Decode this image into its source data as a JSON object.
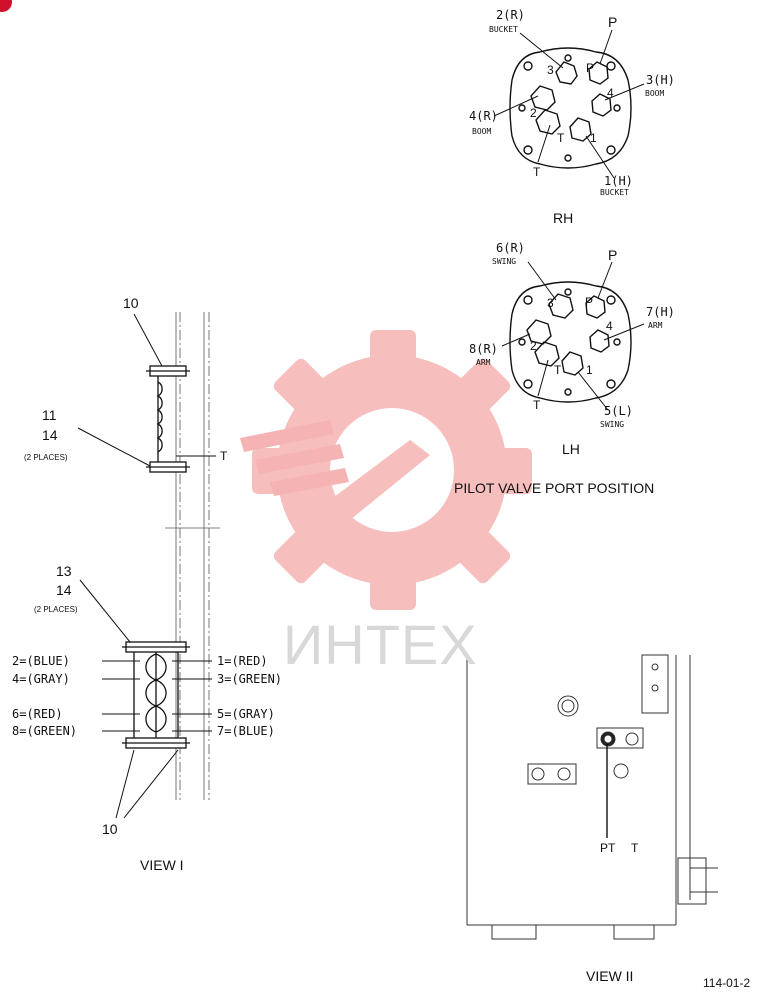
{
  "rh": {
    "title": "RH",
    "port_2r": "2(R)",
    "port_2r_sub": "BUCKET",
    "port_p": "P",
    "port_3h": "3(H)",
    "port_3h_sub": "BOOM",
    "port_4r": "4(R)",
    "port_4r_sub": "BOOM",
    "port_t": "T",
    "port_1h": "1(H)",
    "port_1h_sub": "BUCKET",
    "inner_3": "3",
    "inner_p": "P",
    "inner_4": "4",
    "inner_2": "2",
    "inner_t": "T",
    "inner_1": "1"
  },
  "lh": {
    "title": "LH",
    "port_6r": "6(R)",
    "port_6r_sub": "SWING",
    "port_p": "P",
    "port_7h": "7(H)",
    "port_7h_sub": "ARM",
    "port_8r": "8(R)",
    "port_8r_sub": "ARM",
    "port_t": "T",
    "port_5l": "5(L)",
    "port_5l_sub": "SWING",
    "inner_3": "3",
    "inner_p": "P",
    "inner_4": "4",
    "inner_2": "2",
    "inner_t": "T",
    "inner_1": "1"
  },
  "pilot_caption": "PILOT VALVE PORT POSITION",
  "view1": {
    "top_ref": "10",
    "clamp_refs_a": "11",
    "clamp_refs_b": "14",
    "clamp_places": "(2 PLACES)",
    "t_label": "T",
    "lower_ref_a": "13",
    "lower_ref_b": "14",
    "lower_places": "(2 PLACES)",
    "left_labels": [
      "2=(BLUE)",
      "4=(GRAY)",
      "6=(RED)",
      "8=(GREEN)"
    ],
    "right_labels": [
      "1=(RED)",
      "3=(GREEN)",
      "5=(GRAY)",
      "7=(BLUE)"
    ],
    "bottom_ref": "10",
    "caption": "VIEW I"
  },
  "view2": {
    "pt_label": "PT",
    "t_label": "T",
    "caption": "VIEW II"
  },
  "watermark": {
    "text": "ИНТЕХ",
    "color": "#f4a5a5"
  },
  "doc_number": "114-01-2"
}
